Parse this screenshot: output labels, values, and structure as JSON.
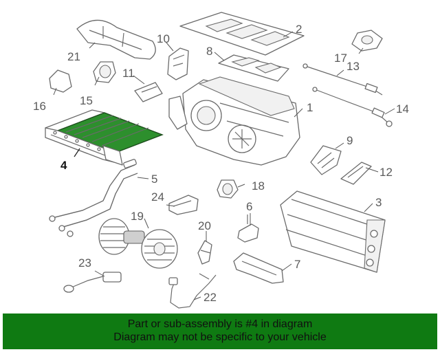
{
  "diagram": {
    "callouts": [
      "1",
      "2",
      "3",
      "4",
      "5",
      "6",
      "7",
      "8",
      "9",
      "10",
      "11",
      "12",
      "13",
      "14",
      "15",
      "16",
      "17",
      "18",
      "19",
      "20",
      "21",
      "22",
      "23",
      "24"
    ],
    "highlighted_part": "4",
    "colors": {
      "highlight_fill": "#2d8f2d",
      "banner_bg": "#0f7a12",
      "line": "#6a6a6a"
    }
  },
  "banner": {
    "line1": "Part or sub-assembly is #4 in diagram",
    "line2": "Diagram may not be specific to your vehicle"
  }
}
